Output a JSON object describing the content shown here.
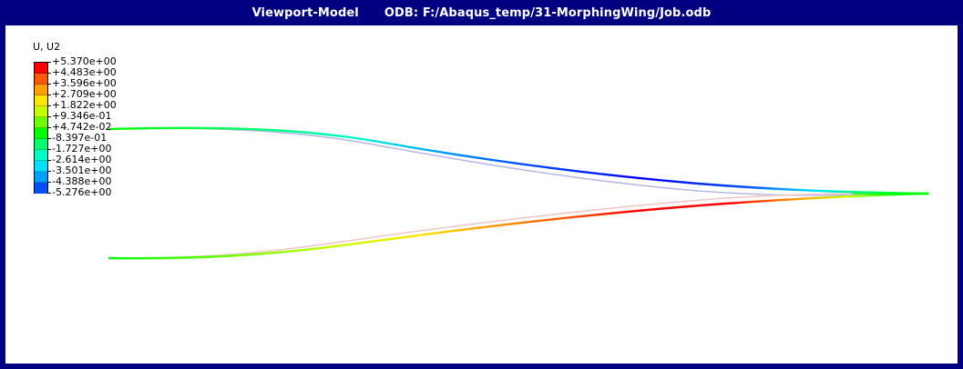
{
  "window": {
    "viewport_name": "Viewport-Model",
    "odb_label": "ODB:",
    "odb_path": "F:/Abaqus_temp/31-MorphingWing/Job.odb"
  },
  "legend": {
    "title": "U, U2",
    "labels": [
      "+5.370e+00",
      "+4.483e+00",
      "+3.596e+00",
      "+2.709e+00",
      "+1.822e+00",
      "+9.346e-01",
      "+4.742e-02",
      "-8.397e-01",
      "-1.727e+00",
      "-2.614e+00",
      "-3.501e+00",
      "-4.388e+00",
      "-5.276e+00"
    ],
    "colors": [
      "#ff0000",
      "#ff5a00",
      "#ffa000",
      "#ffe600",
      "#c8ff00",
      "#6eff00",
      "#00ff00",
      "#00ff6e",
      "#00ffc8",
      "#00e0ff",
      "#00a0ff",
      "#0050ff",
      "#0000ff"
    ]
  }
}
